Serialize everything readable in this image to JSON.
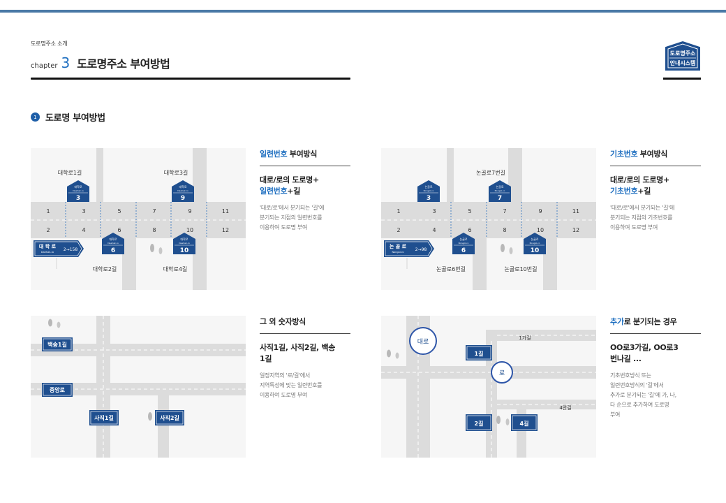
{
  "header": {
    "breadcrumb": "도로명주소 소개",
    "chapter_word": "chapter",
    "chapter_num": "3",
    "chapter_title": "도로명주소 부여방법",
    "logo_line1": "도로명주소",
    "logo_line2": "안내시스템"
  },
  "section": {
    "num": "1",
    "title": "도로명 부여방법"
  },
  "colors": {
    "accent": "#1f6fc0",
    "sign": "#1f4f8f",
    "road": "#dcdcdc",
    "panel": "#f6f6f6"
  },
  "panels": {
    "p1": {
      "labels": [
        "대학로1길",
        "대학로3길",
        "대학로2길",
        "대학로4길"
      ],
      "numbers_top": [
        "1",
        "3",
        "5",
        "7",
        "9",
        "11"
      ],
      "numbers_bottom": [
        "2",
        "4",
        "6",
        "8",
        "10",
        "12"
      ],
      "signs": [
        "3",
        "9",
        "6",
        "10"
      ],
      "sign_name": "대학로",
      "sign_roman": "Daehak-ro",
      "main_sign": "대 학 로",
      "main_roman": "Daehak-ro",
      "main_range": "2→158"
    },
    "p2": {
      "labels": [
        "논골로7번길",
        "논골로6번길",
        "논골로10번길"
      ],
      "numbers_top": [
        "1",
        "3",
        "5",
        "7",
        "9",
        "11"
      ],
      "numbers_bottom": [
        "2",
        "4",
        "6",
        "8",
        "10",
        "12"
      ],
      "signs": [
        "3",
        "7",
        "6",
        "10"
      ],
      "sign_name": "논골로",
      "sign_roman": "Nongol-ro",
      "main_sign": "논 골 로",
      "main_roman": "Nongol-ro",
      "main_range": "2→98"
    },
    "p3": {
      "signs": [
        "백송1길",
        "중앙로",
        "사직1길",
        "사직2길"
      ]
    },
    "p4": {
      "circles": [
        "대로",
        "로"
      ],
      "signs": [
        "1길",
        "2길",
        "4길"
      ],
      "labels": [
        "1가길",
        "4안길"
      ]
    }
  },
  "descs": {
    "d1": {
      "head_hl": "일련번호",
      "head_rest": " 부여방식",
      "sub_line1": "대로/로의 도로명+",
      "sub_hl": "일련번호",
      "sub_rest": "+길",
      "body": [
        "'대로/로'에서 분기되는 '길'에",
        "분기되는 지점의 일련번호를",
        "이용하여 도로명 부여"
      ]
    },
    "d2": {
      "head_hl": "기초번호",
      "head_rest": " 부여방식",
      "sub_line1": "대로/로의 도로명+",
      "sub_hl": "기초번호",
      "sub_rest": "+길",
      "body": [
        "'대로/로'에서 분기되는 '길'에",
        "분기되는 지점의 기초번호를",
        "이용하여 도로명 부여"
      ]
    },
    "d3": {
      "head": "그 외 숫자방식",
      "sub": [
        "사직1길, 사직2길, 백송",
        "1길"
      ],
      "body": [
        "일정지역의 '로/길'에서",
        "지역특성에 맞는 일련번호를",
        "이용하여 도로명 부여"
      ]
    },
    "d4": {
      "head_hl": "추가",
      "head_rest": "로 분기되는 경우",
      "sub": [
        "OO로3가길, OO로3",
        "번나길 ..."
      ],
      "body": [
        "기초번호방식 또는",
        "일련번호방식의 '길'에서",
        "추가로 분기되는 '길'에 가, 나,",
        "다 순으로 추가하여 도로명",
        "부여"
      ]
    }
  }
}
